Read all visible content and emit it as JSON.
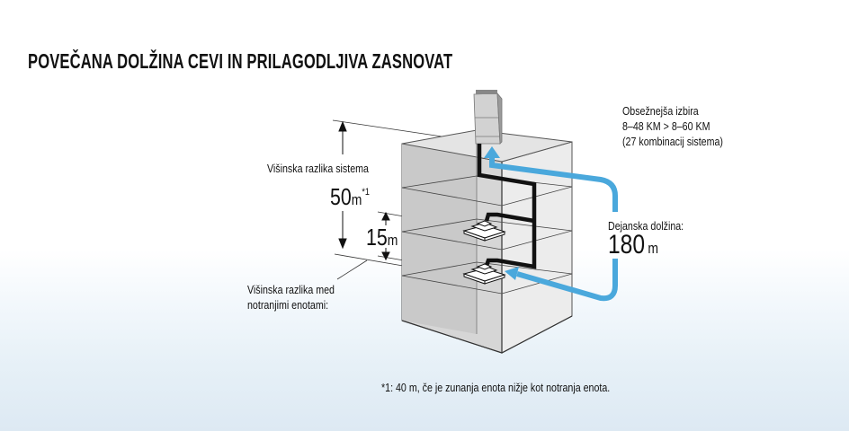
{
  "title": "POVEČANA DOLŽINA CEVI IN PRILAGODLJIVA ZASNOVAT",
  "capacity_choice": {
    "line1": "Obsežnejša izbira",
    "line2": "8–48 KM > 8–60 KM",
    "line3": "(27 kombinacij sistema)"
  },
  "system_height": {
    "label": "Višinska razlika sistema",
    "value": "50",
    "unit": "m",
    "footnote_ref": "*1"
  },
  "indoor_height": {
    "value": "15",
    "unit": "m",
    "label_line1": "Višinska razlika med",
    "label_line2": "notranjimi enotami:"
  },
  "actual_length": {
    "label": "Dejanska dolžina:",
    "value": "180",
    "unit": "m"
  },
  "footnote": "*1: 40 m, če je zunanja enota nižje kot notranja enota.",
  "colors": {
    "pipe_arrow_blue": "#4aa8dc",
    "refrigerant_pipe": "#111111",
    "building_fill": "#e9e9e9",
    "building_shade": "#cfcfcf"
  },
  "icons": [
    "outdoor-unit-icon",
    "indoor-unit-icon",
    "flow-arrow-icon",
    "dimension-arrow-icon"
  ]
}
